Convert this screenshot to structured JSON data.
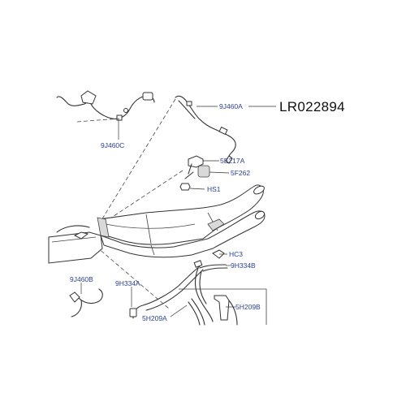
{
  "part_number": "LR022894",
  "callouts": {
    "j460a": "9J460A",
    "j460c": "9J460C",
    "e217a": "5E217A",
    "f262": "5F262",
    "hs1": "HS1",
    "hc3": "HC3",
    "h334b": "9H334B",
    "j460b": "9J460B",
    "h334a": "9H334A",
    "h209b": "5H209B",
    "h209a": "5H209A"
  },
  "colors": {
    "callout_text": "#2a3f9d",
    "part_number_text": "#111111",
    "line_art": "#333333"
  }
}
